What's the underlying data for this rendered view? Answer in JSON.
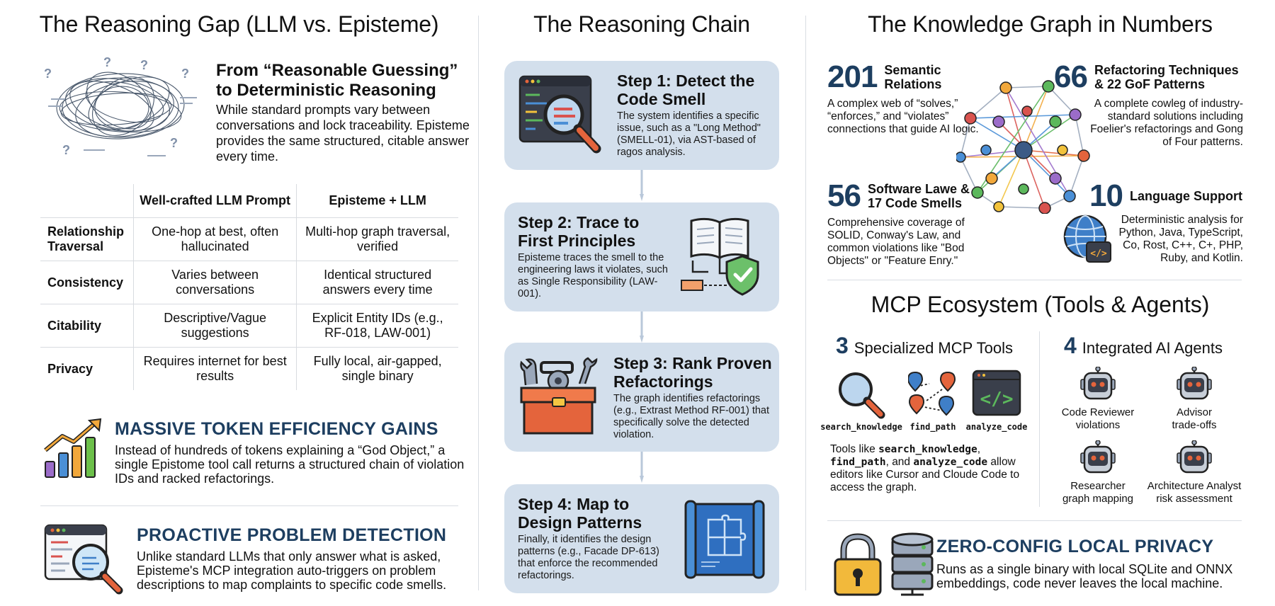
{
  "left": {
    "title": "The Reasoning Gap (LLM vs. Episteme)",
    "subtitle": "From “Reasonable Guessing” to Deterministic Reasoning",
    "subtitle_text": "While standard prompts vary between conversations and lock traceability. Episteme provides the same structured, citable answer every time.",
    "table": {
      "headers": [
        "",
        "Well-crafted LLM Prompt",
        "Episteme + LLM"
      ],
      "rows": [
        {
          "label": "Relationship Traversal",
          "llm": "One-hop at best, often hallucinated",
          "episteme": "Multi-hop graph traversal, verified"
        },
        {
          "label": "Consistency",
          "llm": "Varies between conversations",
          "episteme": "Identical structured answers every time"
        },
        {
          "label": "Citability",
          "llm": "Descriptive/Vague suggestions",
          "episteme": "Explicit Entity IDs (e.g., RF-018, LAW-001)"
        },
        {
          "label": "Privacy",
          "llm": "Requires internet for best results",
          "episteme": "Fully local, air-gapped, single binary"
        }
      ]
    },
    "token": {
      "heading": "MASSIVE TOKEN EFFICIENCY GAINS",
      "text": "Instead of hundreds of tokens explaining a “God Object,” a single Epistome tool call returns a structured chain of violation IDs and racked refactorings."
    },
    "proactive": {
      "heading": "PROACTIVE PROBLEM DETECTION",
      "text": "Unlike standard LLMs that only answer what is asked, Episteme's MCP integration auto-triggers on problem descriptions to map complaints to specific code smells."
    }
  },
  "middle": {
    "title": "The Reasoning Chain",
    "steps": [
      {
        "heading": "Step 1: Detect the Code Smell",
        "text": "The system identifies a specific issue, such as a \"Long Method\" (SMELL-01), via AST-based of ragos analysis."
      },
      {
        "heading": "Step 2: Trace to First Principles",
        "text": "Episteme traces the smell to the engineering laws it violates, such as Single Responsibility (LAW-001)."
      },
      {
        "heading": "Step 3: Rank Proven Refactorings",
        "text": "The graph identifies refactorings (e.g., Extrast Method RF-001) that specifically solve the detected violation."
      },
      {
        "heading": "Step 4: Map to Design Patterns",
        "text": "Finally, it identifies the design patterns (e.g., Facade DP-613) that enforce the recommended refactorings."
      }
    ]
  },
  "right": {
    "title": "The Knowledge Graph in Numbers",
    "stats": [
      {
        "num": "201",
        "label": "Semantic Relations",
        "text": "A complex web of “solves,” “enforces,” and “violates” connections that guide AI logic."
      },
      {
        "num": "66",
        "label": "Refactoring Techniques & 22 GoF Patterns",
        "text": "A complete cowleg of industry-standard solutions including Foelier's refactorings and Gong of Four patterns."
      },
      {
        "num": "56",
        "label": "Software Lawe & 17 Code Smells",
        "text": "Comprehensive coverage of SOLID, Conway's Law, and common violations like \"Bod Objects\" or \"Feature Enry.\""
      },
      {
        "num": "10",
        "label": "Language Support",
        "text": "Deterministic analysis for Python, Java, TypeScript, Co, Rost, C++, C+, PHP, Ruby, and Kotlin."
      }
    ],
    "mcp_title": "MCP Ecosystem (Tools & Agents)",
    "tools": {
      "num": "3",
      "label": "Specialized MCP Tools",
      "items": [
        "search_knowledge",
        "find_path",
        "analyze_code"
      ],
      "text_pre": "Tools like ",
      "text_t1": "search_knowledge",
      "text_sep": ", ",
      "text_t2": "find_path",
      "text_and": ", and ",
      "text_t3": "analyze_code",
      "text_post": " allow editors like Cursor and Cloude Code to access the graph."
    },
    "agents": {
      "num": "4",
      "label": "Integrated AI Agents",
      "items": [
        {
          "name": "Code Reviewer",
          "role": "violations"
        },
        {
          "name": "Advisor",
          "role": "trade-offs"
        },
        {
          "name": "Researcher",
          "role": "graph mapping"
        },
        {
          "name": "Architecture Analyst",
          "role": "risk assessment"
        }
      ]
    },
    "privacy": {
      "heading": "ZERO-CONFIG LOCAL PRIVACY",
      "text": "Runs as a single binary with local SQLite and ONNX embeddings, code never leaves the local machine."
    }
  },
  "colors": {
    "navy": "#1d3e60",
    "card": "#d3dfec",
    "orange": "#e4643c",
    "green": "#5cb85c",
    "blue": "#3f7fc8"
  },
  "icons": [
    "tangled-cloud-icon",
    "magnifier-icon",
    "book-icon",
    "shield-check-icon",
    "toolbox-icon",
    "blueprint-icon",
    "growth-chart-icon",
    "code-search-icon",
    "network-graph-icon",
    "globe-code-icon",
    "map-pins-icon",
    "code-window-icon",
    "robot-icon",
    "padlock-icon",
    "database-icon"
  ]
}
